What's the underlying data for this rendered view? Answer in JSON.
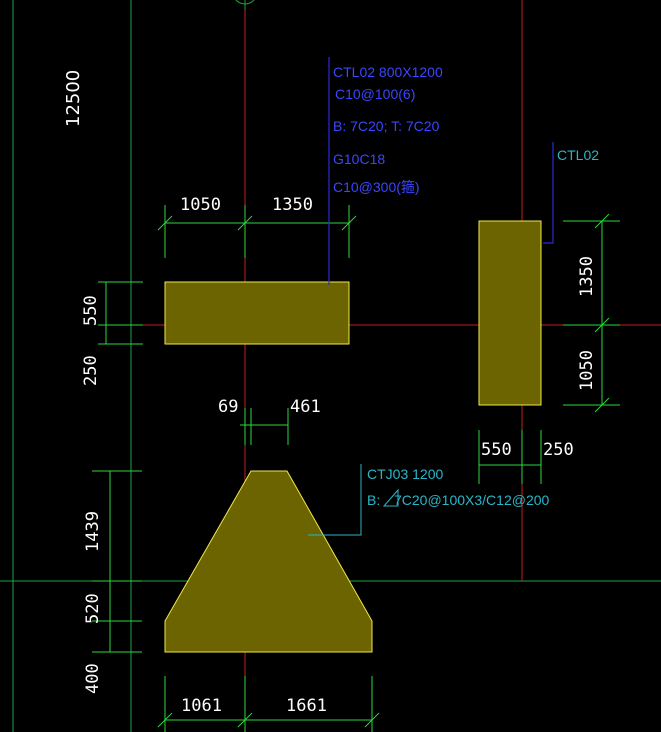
{
  "colors": {
    "background": "#000000",
    "grid_green": "#1fa23a",
    "axis_red": "#c0201c",
    "dim_green": "#2ad83c",
    "dim_text": "#ffffff",
    "fill_olive": "#6b6400",
    "outline_yellow": "#f2e84a",
    "leader_blue": "#2a2ad8",
    "text_blue": "#3a46ff",
    "text_cyan": "#2ab6c8"
  },
  "labels": {
    "overall": "12500",
    "beam1_left": "1050",
    "beam1_right": "1350",
    "beam1_h_top": "550",
    "beam1_h_bottom": "250",
    "beam2_top": "1350",
    "beam2_bottom": "1050",
    "beam2_w_left": "550",
    "beam2_w_right": "250",
    "trap_top_left": "69",
    "trap_top_right": "461",
    "trap_h_upper": "1439",
    "trap_h_mid": "520",
    "trap_h_lower": "400",
    "trap_base_left": "1061",
    "trap_base_right": "1661"
  },
  "annotations": {
    "beam1": {
      "line1": "CTL02 800X1200",
      "line2": "C10@100(6)",
      "line3": "B: 7C20; T: 7C20",
      "line4": "G10C18",
      "line5": "C10@300(箍)"
    },
    "beam2": {
      "name": "CTL02"
    },
    "trap": {
      "line1": "CTJ03 1200",
      "line2_prefix": "B:",
      "line2": "7C20@100X3/C12@200"
    }
  }
}
